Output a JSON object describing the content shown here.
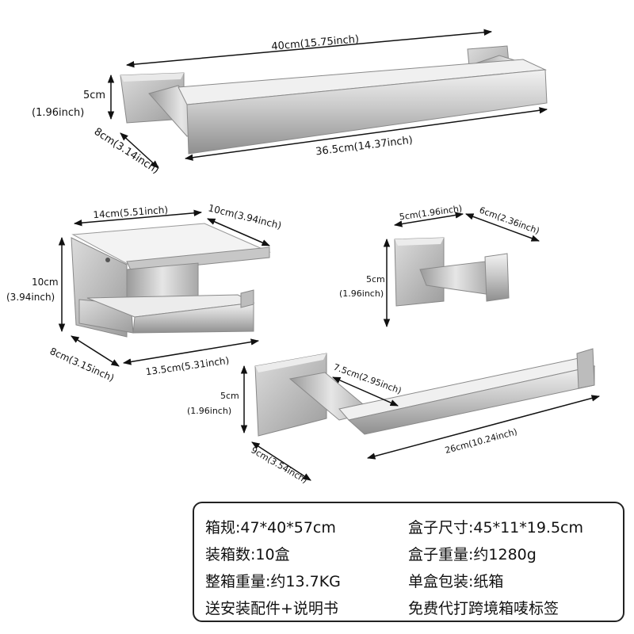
{
  "towel_bar": {
    "total_length": "40cm(15.75inch)",
    "height": "5cm",
    "height_inch": "(1.96inch)",
    "depth": "8cm(3.14inch)",
    "inner_length": "36.5cm(14.37inch)"
  },
  "paper_holder": {
    "width": "14cm(5.51inch)",
    "shelf_depth": "10cm(3.94inch)",
    "height": "10cm",
    "height_inch": "(3.94inch)",
    "depth": "8cm(3.15inch)",
    "bar_length": "13.5cm(5.31inch)"
  },
  "robe_hook": {
    "width": "5cm(1.96inch)",
    "depth": "6cm(2.36inch)",
    "height": "5cm",
    "height_inch": "(1.96inch)"
  },
  "towel_ring": {
    "arm": "7.5cm(2.95inch)",
    "height": "5cm",
    "height_inch": "(1.96inch)",
    "depth": "9cm(3.54inch)",
    "length": "26cm(10.24inch)"
  },
  "specs": {
    "carton_size": "箱规:47*40*57cm",
    "box_size": "盒子尺寸:45*11*19.5cm",
    "qty_per_carton": "装箱数:10盒",
    "box_weight": "盒子重量:约1280g",
    "carton_weight": "整箱重量:约13.7KG",
    "packing": "单盒包装:纸箱",
    "accessories": "送安装配件+说明书",
    "label": "免费代打跨境箱唛标签"
  }
}
